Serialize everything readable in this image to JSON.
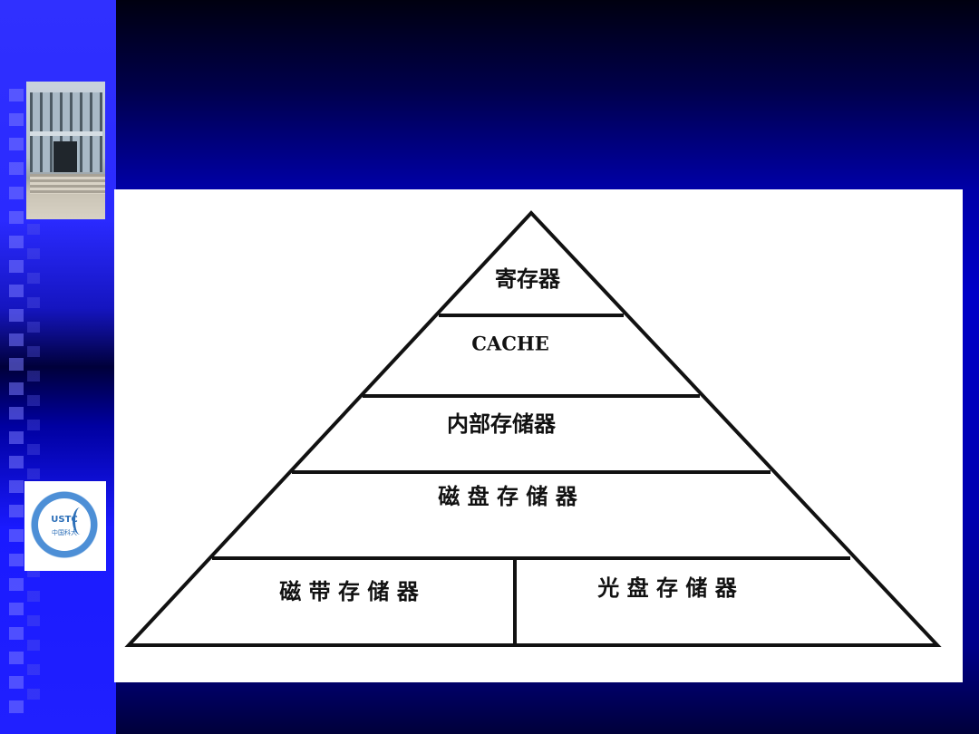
{
  "pyramid": {
    "levels": {
      "register": "寄存器",
      "cache": "CACHE",
      "main_memory": "内部存储器",
      "disk": "磁 盘 存 储 器",
      "tape": "磁 带 存 储 器",
      "optical": "光 盘 存 储 器"
    }
  },
  "sidebar": {
    "logo_text": "USTC",
    "logo_subtitle": "中国科大"
  },
  "colors": {
    "background_blue": "#0000c8",
    "sidebar_blue": "#2a2aff",
    "panel_white": "#ffffff",
    "line_black": "#111111"
  }
}
